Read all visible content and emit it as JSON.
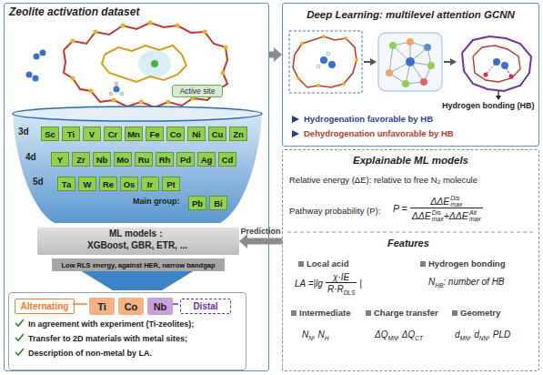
{
  "diagram": {
    "nodes": [
      {
        "text": [
          "Zeolite activation dataset"
        ]
      },
      {
        "text": [
          "Active site"
        ],
        "in": 0
      },
      {
        "text": [
          "Sc"
        ],
        "in": 0
      },
      {
        "text": [
          "Ti"
        ],
        "in": 0
      },
      {
        "text": [
          "V"
        ],
        "in": 0
      },
      {
        "text": [
          "Cr"
        ],
        "in": 0
      },
      {
        "text": [
          "Mn"
        ],
        "in": 0
      },
      {
        "text": [
          "Fe"
        ],
        "in": 0
      },
      {
        "text": [
          "Co"
        ],
        "in": 0
      },
      {
        "text": [
          "Ni"
        ],
        "in": 0
      },
      {
        "text": [
          "Cu"
        ],
        "in": 0
      },
      {
        "text": [
          "Zn"
        ],
        "in": 0
      },
      {
        "text": [
          "Y"
        ],
        "in": 0
      },
      {
        "text": [
          "Zr"
        ],
        "in": 0
      },
      {
        "text": [
          "Nb"
        ],
        "in": 0
      },
      {
        "text": [
          "Mo"
        ],
        "in": 0
      },
      {
        "text": [
          "Ru"
        ],
        "in": 0
      },
      {
        "text": [
          "Rh"
        ],
        "in": 0
      },
      {
        "text": [
          "Pd"
        ],
        "in": 0
      },
      {
        "text": [
          "Ag"
        ],
        "in": 0
      },
      {
        "text": [
          "Cd"
        ],
        "in": 0
      },
      {
        "text": [
          "Ta"
        ],
        "in": 0
      },
      {
        "text": [
          "W"
        ],
        "in": 0
      },
      {
        "text": [
          "Re"
        ],
        "in": 0
      },
      {
        "text": [
          "Os"
        ],
        "in": 0
      },
      {
        "text": [
          "Ir"
        ],
        "in": 0
      },
      {
        "text": [
          "Pt"
        ],
        "in": 0
      },
      {
        "text": [
          "Pb"
        ],
        "in": 0
      },
      {
        "text": [
          "Bi"
        ],
        "in": 0
      },
      {
        "text": [
          "ML models：",
          "XGBoost, GBR, ETR, ..."
        ],
        "in": 0
      },
      {
        "text": [
          "Low RLS energy, against HER, narrow bandgap"
        ],
        "in": 0
      },
      {
        "text": [
          "In agreement with experiment (Ti-zeolites);",
          "Transfer to 2D materials with metal sites;",
          "Description of non-metal by LA."
        ],
        "in": 0
      },
      {
        "text": [
          "Alternating"
        ],
        "in": 31
      },
      {
        "text": [
          "Ti"
        ],
        "in": 31
      },
      {
        "text": [
          "Co"
        ],
        "in": 31
      },
      {
        "text": [
          "Nb"
        ],
        "in": 31
      },
      {
        "text": [
          "Distal"
        ],
        "in": 31
      },
      {
        "text": [
          "Deep Learning: multilevel attention GCNN",
          "Hydrogenation favorable by HB",
          "Dehydrogenation unfavorable by HB"
        ]
      },
      {
        "text": [
          "Explainable ML models"
        ]
      }
    ],
    "edges": [
      {
        "from": 0,
        "to": 37,
        "arrow": "to"
      },
      {
        "from": 38,
        "to": 29,
        "arrow": "to",
        "label": "Prediction"
      }
    ],
    "labels": [
      "3d",
      "4d",
      "5d",
      "Main group:",
      "Hydrogen bonding (HB)",
      "Relative energy (ΔE): relative to free N₂ molecule",
      "Pathway probability (P):",
      "P =",
      "ΔΔE",
      "Dis",
      "max",
      "ΔΔE",
      "Dis",
      "max",
      "+",
      "ΔΔE",
      "Alt",
      "max",
      "Features",
      "Local acid",
      "Hydrogen bonding",
      "LA =",
      "|lg",
      "χ·IE",
      "R·R",
      "DLS",
      "|",
      "N",
      "HB",
      ": number of HB",
      "Intermediate",
      "Charge transfer",
      "Geometry",
      "N",
      "N",
      ", N",
      "H",
      "ΔQ",
      "MN",
      ", ΔQ",
      "CT",
      "d",
      "MN",
      ", d",
      "NN",
      ", PLD"
    ]
  }
}
